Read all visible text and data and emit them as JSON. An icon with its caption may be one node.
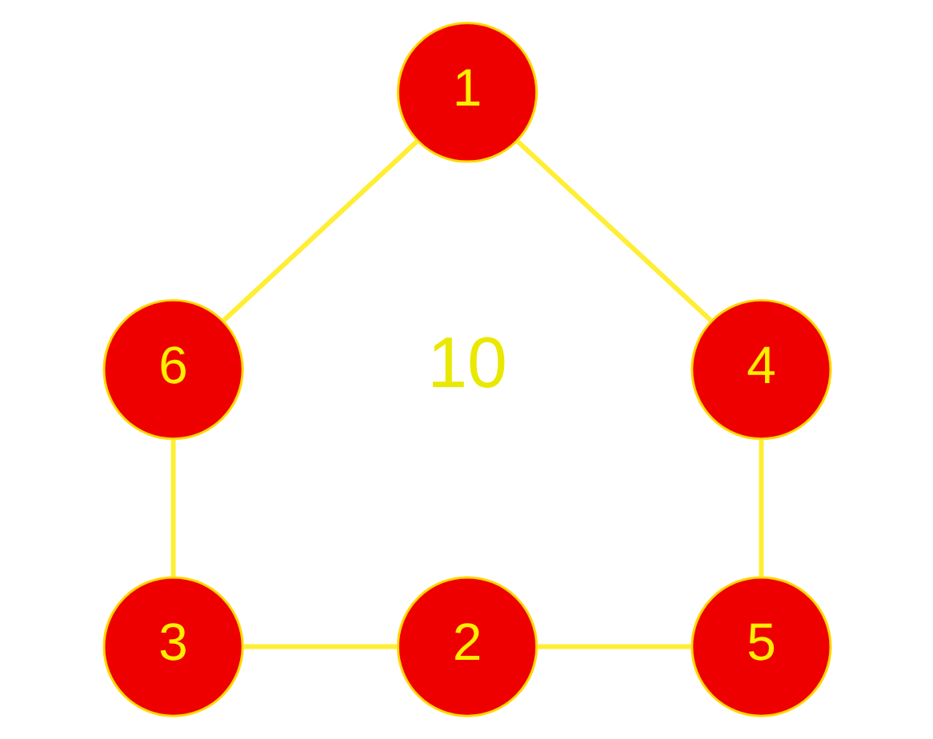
{
  "diagram": {
    "nodes": [
      {
        "text": [
          "1"
        ]
      },
      {
        "text": [
          "6"
        ]
      },
      {
        "text": [
          "4"
        ]
      },
      {
        "text": [
          "3"
        ]
      },
      {
        "text": [
          "2"
        ]
      },
      {
        "text": [
          "5"
        ]
      }
    ],
    "edges": [
      {
        "from": 0,
        "to": 1,
        "arrow": "none"
      },
      {
        "from": 0,
        "to": 2,
        "arrow": "none"
      },
      {
        "from": 1,
        "to": 3,
        "arrow": "none"
      },
      {
        "from": 2,
        "to": 5,
        "arrow": "none"
      },
      {
        "from": 3,
        "to": 4,
        "arrow": "none"
      },
      {
        "from": 4,
        "to": 5,
        "arrow": "none"
      }
    ],
    "labels": [
      "10"
    ]
  }
}
